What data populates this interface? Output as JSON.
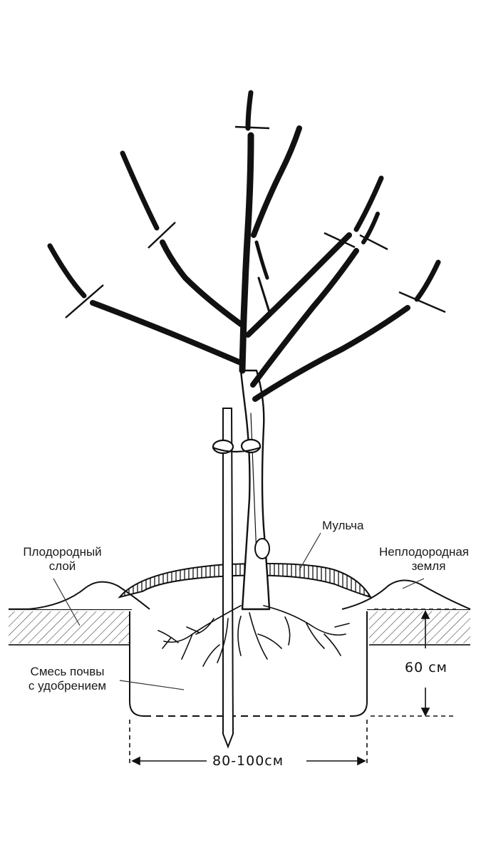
{
  "labels": {
    "fertile_layer_line1": "Плодородный",
    "fertile_layer_line2": "слой",
    "mulch": "Мульча",
    "infertile_soil_line1": "Неплодородная",
    "infertile_soil_line2": "земля",
    "soil_mix_line1": "Смесь почвы",
    "soil_mix_line2": "с удобрением",
    "depth": "60 см",
    "width": "80-100см"
  },
  "colors": {
    "ink": "#1a1a1a",
    "background": "#ffffff"
  }
}
